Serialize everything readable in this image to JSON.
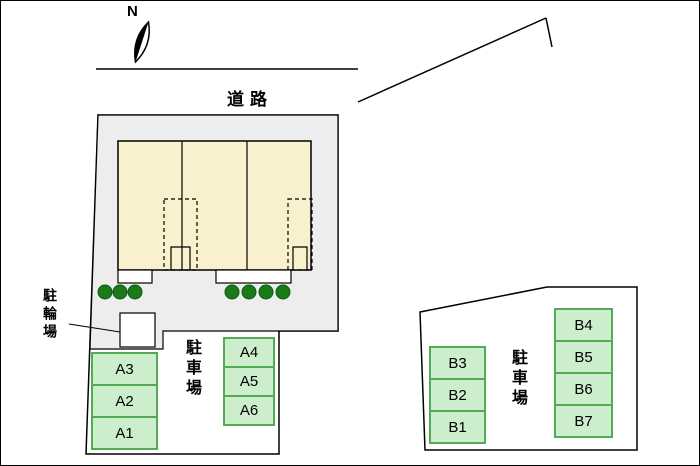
{
  "compass": {
    "label": "N"
  },
  "road": {
    "label": "道路"
  },
  "bicycle_parking": {
    "label": "駐輪場"
  },
  "parking_area_a": {
    "label": "駐車場",
    "left_column_spaces": [
      "A3",
      "A2",
      "A1"
    ],
    "right_column_spaces": [
      "A4",
      "A5",
      "A6"
    ]
  },
  "parking_area_b": {
    "label": "駐車場",
    "left_column_spaces": [
      "B3",
      "B2",
      "B1"
    ],
    "right_column_spaces": [
      "B4",
      "B5",
      "B6",
      "B7"
    ]
  },
  "colors": {
    "space_fill": "#cdeecd",
    "space_border": "#55aa55",
    "building_fill": "#f9f1cd",
    "ground_fill": "#ededed",
    "tree_green": "#1a7a1a"
  }
}
